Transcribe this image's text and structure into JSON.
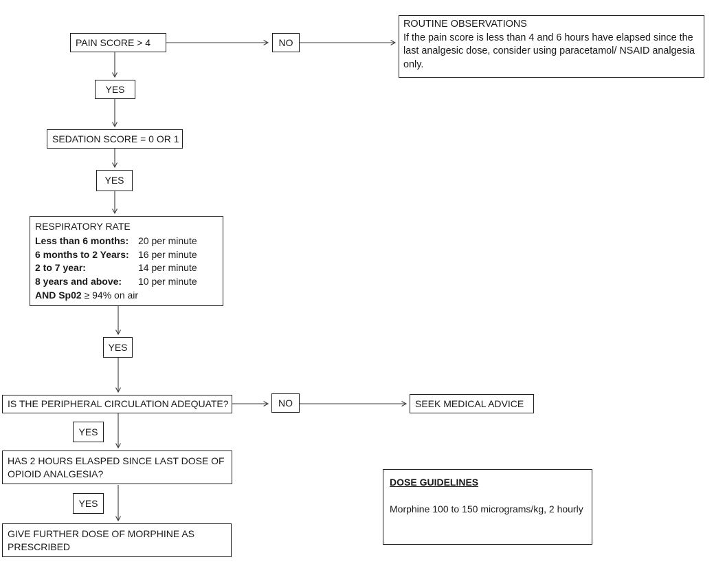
{
  "flowchart": {
    "nodes": {
      "pain_score": {
        "label": "PAIN SCORE > 4"
      },
      "no1": {
        "label": "NO"
      },
      "routine": {
        "title": "ROUTINE OBSERVATIONS",
        "body": "If the pain score is less than 4 and 6 hours have elapsed since the last analgesic dose, consider using paracetamol/ NSAID analgesia only."
      },
      "yes1": {
        "label": "YES"
      },
      "sedation": {
        "label": "SEDATION SCORE = 0 OR 1"
      },
      "yes2": {
        "label": "YES"
      },
      "respiratory": {
        "title": "RESPIRATORY RATE",
        "rows": [
          {
            "label": "Less than 6 months:",
            "value": "20 per minute"
          },
          {
            "label": "6 months to 2 Years:",
            "value": "16 per minute"
          },
          {
            "label": "2 to 7 year:",
            "value": "14 per minute"
          },
          {
            "label": "8 years and above:",
            "value": "10 per minute"
          }
        ],
        "footer_bold": "AND Sp02",
        "footer_rest": " ≥ 94% on air"
      },
      "yes3": {
        "label": "YES"
      },
      "circulation": {
        "label": "IS THE PERIPHERAL CIRCULATION ADEQUATE?"
      },
      "no2": {
        "label": "NO"
      },
      "seek": {
        "label": "SEEK MEDICAL ADVICE"
      },
      "yes4": {
        "label": "YES"
      },
      "has2hours": {
        "label": "HAS 2 HOURS ELASPED SINCE LAST DOSE OF OPIOID ANALGESIA?"
      },
      "yes5": {
        "label": "YES"
      },
      "give": {
        "label": "GIVE FURTHER DOSE OF MORPHINE AS PRESCRIBED"
      },
      "dose": {
        "title": "DOSE GUIDELINES",
        "body": "Morphine 100 to 150 micrograms/kg, 2 hourly"
      }
    },
    "colors": {
      "border": "#1f1f1f",
      "line": "#3a3a3a",
      "background": "#ffffff"
    }
  }
}
